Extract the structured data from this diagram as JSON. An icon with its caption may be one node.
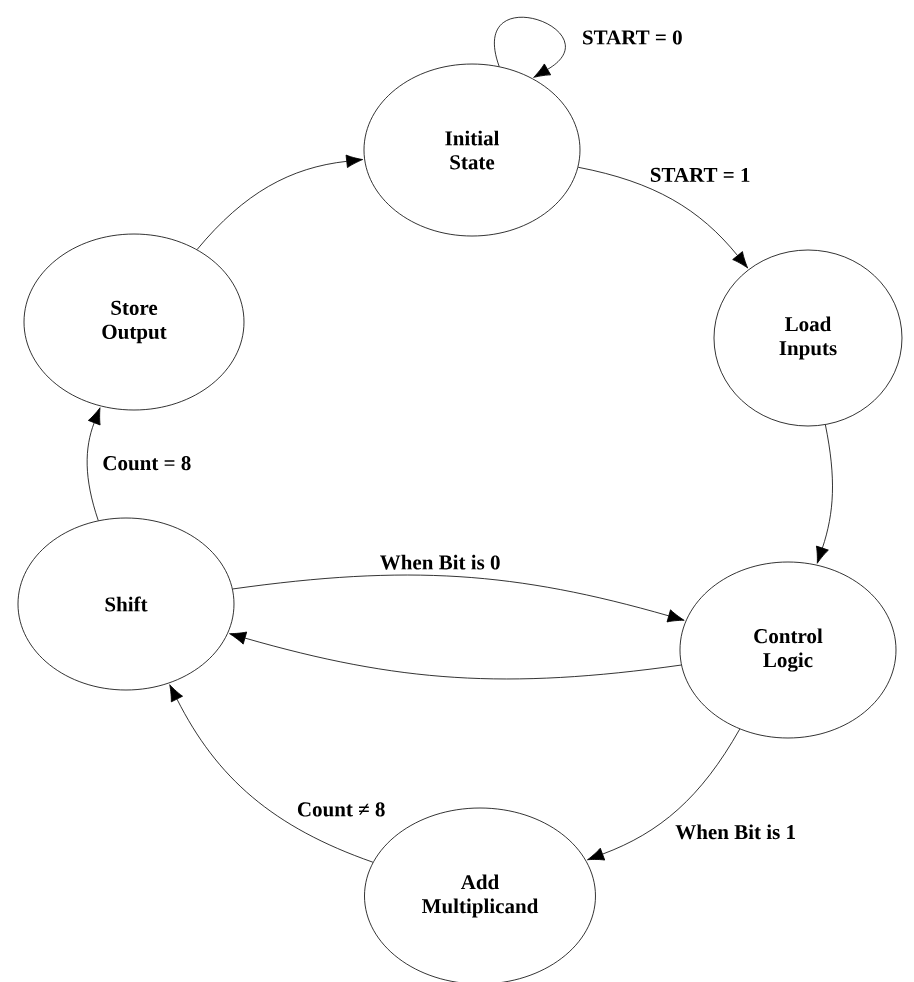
{
  "diagram": {
    "nodes": [
      {
        "text": [
          "Initial State"
        ]
      },
      {
        "text": [
          "Load Inputs"
        ]
      },
      {
        "text": [
          "Control Logic"
        ]
      },
      {
        "text": [
          "Add Multiplicand"
        ]
      },
      {
        "text": [
          "Shift"
        ]
      },
      {
        "text": [
          "Store Output"
        ]
      }
    ],
    "edges": [
      {
        "from": 0,
        "to": 0,
        "arrow": "to",
        "label": "START = 0"
      },
      {
        "from": 0,
        "to": 1,
        "arrow": "to",
        "label": "START = 1"
      },
      {
        "from": 1,
        "to": 2,
        "arrow": "to"
      },
      {
        "from": 4,
        "to": 2,
        "arrow": "to",
        "label": "When Bit is 0"
      },
      {
        "from": 2,
        "to": 4,
        "arrow": "to"
      },
      {
        "from": 2,
        "to": 3,
        "arrow": "to",
        "label": "When Bit is 1"
      },
      {
        "from": 3,
        "to": 4,
        "arrow": "to",
        "label": "Count ≠ 8"
      },
      {
        "from": 4,
        "to": 5,
        "arrow": "to",
        "label": "Count = 8"
      },
      {
        "from": 5,
        "to": 0,
        "arrow": "to"
      }
    ]
  }
}
